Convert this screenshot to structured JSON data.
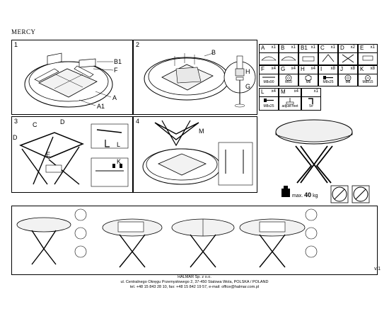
{
  "document": {
    "title": "MERCY",
    "version": "v.1"
  },
  "steps": [
    {
      "num": "1",
      "labels": [
        "B1",
        "F",
        "A",
        "A1"
      ]
    },
    {
      "num": "2",
      "labels": [
        "B",
        "H",
        "G"
      ]
    },
    {
      "num": "3",
      "labels": [
        "C",
        "D",
        "D",
        "E",
        "L",
        "K"
      ]
    },
    {
      "num": "4",
      "labels": [
        "M"
      ]
    }
  ],
  "parts": [
    {
      "code": "A",
      "qty": "x1",
      "caption": ""
    },
    {
      "code": "B",
      "qty": "x1",
      "caption": ""
    },
    {
      "code": "B1",
      "qty": "x1",
      "caption": ""
    },
    {
      "code": "C",
      "qty": "x1",
      "caption": ""
    },
    {
      "code": "D",
      "qty": "x2",
      "caption": ""
    },
    {
      "code": "E",
      "qty": "x1",
      "caption": ""
    },
    {
      "code": "F",
      "qty": "x4",
      "caption": "M8x90"
    },
    {
      "code": "G",
      "qty": "x4",
      "caption": "M10"
    },
    {
      "code": "H",
      "qty": "x4",
      "caption": "M8"
    },
    {
      "code": "I",
      "qty": "x8",
      "caption": "M8x25"
    },
    {
      "code": "J",
      "qty": "x8",
      "caption": "M8"
    },
    {
      "code": "K",
      "qty": "x8",
      "caption": "M8x15"
    },
    {
      "code": "L",
      "qty": "x4",
      "caption": "M8x25"
    },
    {
      "code": "M",
      "qty": "x4",
      "caption": "adjust feet"
    },
    {
      "code": "",
      "qty": "x1",
      "caption": "5#"
    }
  ],
  "max_load": {
    "label": "max.",
    "value": "40",
    "unit": "kg"
  },
  "footer": {
    "company": "HALMAR Sp. z o.o.",
    "address": "ul. Centralnego Okręgu Przemysłowego 2, 37-450 Stalowa Wola, POLSKA / POLAND",
    "contact": "tel. +48 15 843 28 10, fax: +48 15 842 19 57, e-mail: office@halmar.com.pl"
  }
}
